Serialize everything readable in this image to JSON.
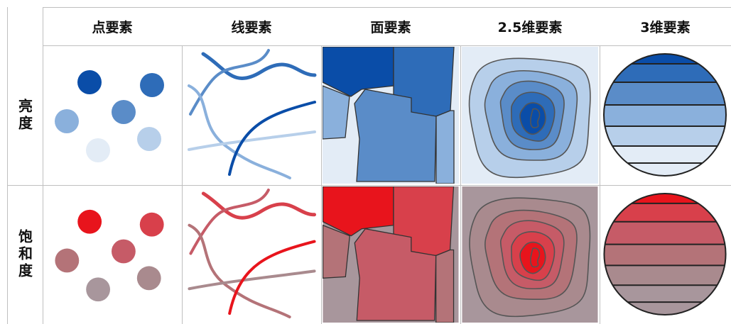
{
  "columns": [
    {
      "label": "点要素"
    },
    {
      "label": "线要素"
    },
    {
      "label": "面要素"
    },
    {
      "label": "2.5维要素"
    },
    {
      "label": "3维要素"
    }
  ],
  "rows": [
    {
      "label": "亮度",
      "variable": "brightness",
      "colors": [
        "#0a4da8",
        "#2e6cb8",
        "#5a8cc8",
        "#8ab0dc",
        "#b7cfea",
        "#e3ecf6"
      ]
    },
    {
      "label": "饱和度",
      "variable": "saturation",
      "colors": [
        "#e8141c",
        "#d8404b",
        "#c65b67",
        "#b47378",
        "#a98a8e",
        "#a8969c"
      ]
    }
  ]
}
